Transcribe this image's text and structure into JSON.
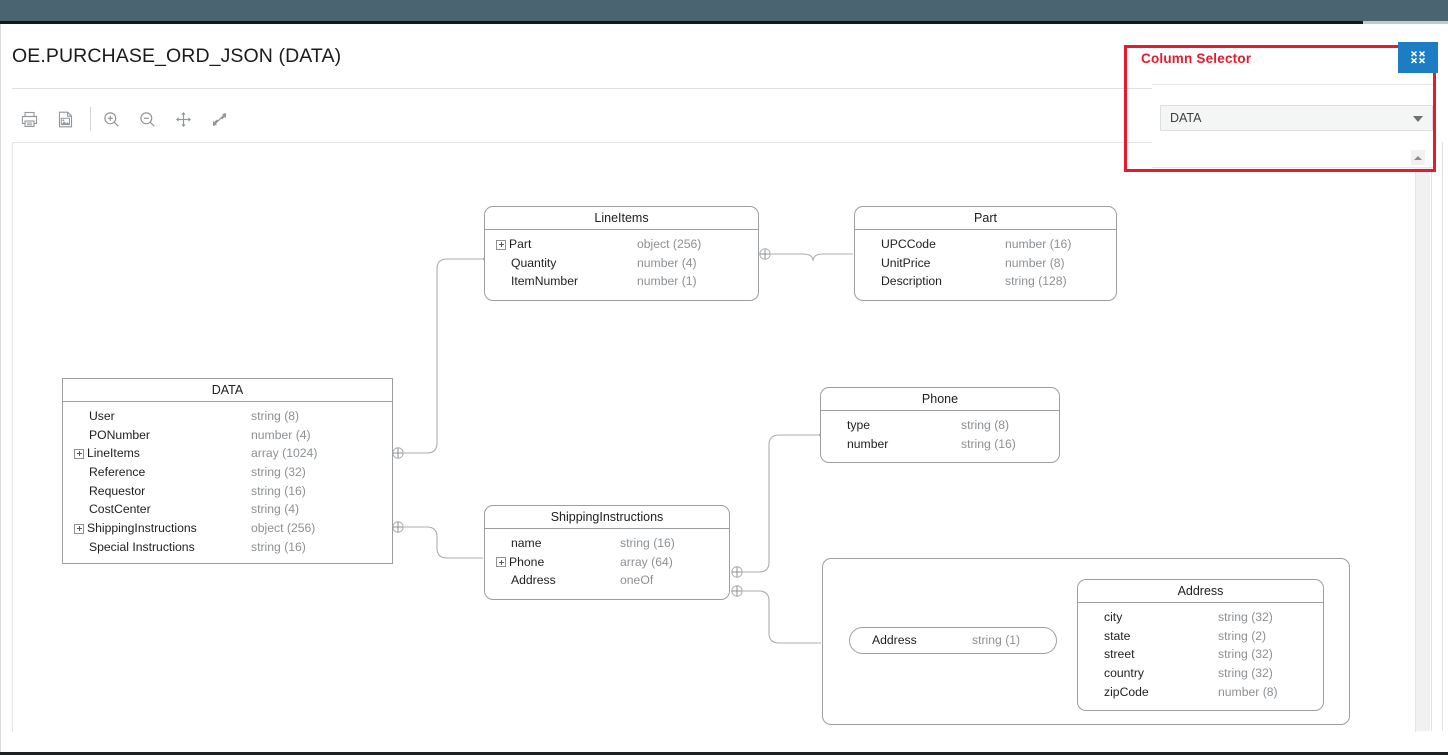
{
  "window": {
    "title": "OE.PURCHASE_ORD_JSON (DATA)",
    "topbar_color": "#4a6570"
  },
  "toolbar": {
    "buttons": [
      {
        "name": "print-icon",
        "label": "Print"
      },
      {
        "name": "save-image-icon",
        "label": "Save as Image"
      },
      {
        "name": "zoom-in-icon",
        "label": "Zoom In"
      },
      {
        "name": "zoom-out-icon",
        "label": "Zoom Out"
      },
      {
        "name": "pan-icon",
        "label": "Pan"
      },
      {
        "name": "fit-screen-icon",
        "label": "Fit to Screen"
      }
    ]
  },
  "column_selector": {
    "annotation_label": "Column Selector",
    "annotation_color": "#e8192c",
    "selected_value": "DATA",
    "options": [
      "DATA"
    ],
    "restore_button_color": "#1d7dc4"
  },
  "diagram": {
    "nodes": [
      {
        "id": "lineitems",
        "title": "LineItems",
        "shape": "rounded",
        "rows": [
          {
            "name": "Part",
            "type": "object (256)",
            "expandable": true
          },
          {
            "name": "Quantity",
            "type": "number (4)",
            "expandable": false
          },
          {
            "name": "ItemNumber",
            "type": "number (1)",
            "expandable": false
          }
        ]
      },
      {
        "id": "part",
        "title": "Part",
        "shape": "rounded",
        "rows": [
          {
            "name": "UPCCode",
            "type": "number (16)",
            "expandable": false
          },
          {
            "name": "UnitPrice",
            "type": "number (8)",
            "expandable": false
          },
          {
            "name": "Description",
            "type": "string (128)",
            "expandable": false
          }
        ]
      },
      {
        "id": "data",
        "title": "DATA",
        "shape": "square",
        "rows": [
          {
            "name": "User",
            "type": "string (8)",
            "expandable": false
          },
          {
            "name": "PONumber",
            "type": "number (4)",
            "expandable": false
          },
          {
            "name": "LineItems",
            "type": "array (1024)",
            "expandable": true
          },
          {
            "name": "Reference",
            "type": "string (32)",
            "expandable": false
          },
          {
            "name": "Requestor",
            "type": "string (16)",
            "expandable": false
          },
          {
            "name": "CostCenter",
            "type": "string (4)",
            "expandable": false
          },
          {
            "name": "ShippingInstructions",
            "type": "object (256)",
            "expandable": true
          },
          {
            "name": "Special Instructions",
            "type": "string (16)",
            "expandable": false
          }
        ]
      },
      {
        "id": "phone",
        "title": "Phone",
        "shape": "rounded",
        "rows": [
          {
            "name": "type",
            "type": "string (8)",
            "expandable": false
          },
          {
            "name": "number",
            "type": "string (16)",
            "expandable": false
          }
        ]
      },
      {
        "id": "shippinginstructions",
        "title": "ShippingInstructions",
        "shape": "rounded",
        "rows": [
          {
            "name": "name",
            "type": "string (16)",
            "expandable": false
          },
          {
            "name": "Phone",
            "type": "array (64)",
            "expandable": true
          },
          {
            "name": "Address",
            "type": "oneOf",
            "expandable": false
          }
        ]
      },
      {
        "id": "address-object",
        "title": "Address",
        "shape": "rounded",
        "rows": [
          {
            "name": "city",
            "type": "string (32)",
            "expandable": false
          },
          {
            "name": "state",
            "type": "string (2)",
            "expandable": false
          },
          {
            "name": "street",
            "type": "string (32)",
            "expandable": false
          },
          {
            "name": "country",
            "type": "string (32)",
            "expandable": false
          },
          {
            "name": "zipCode",
            "type": "number (8)",
            "expandable": false
          }
        ]
      }
    ],
    "pill_nodes": [
      {
        "id": "address-scalar",
        "name": "Address",
        "type": "string (1)"
      }
    ]
  }
}
